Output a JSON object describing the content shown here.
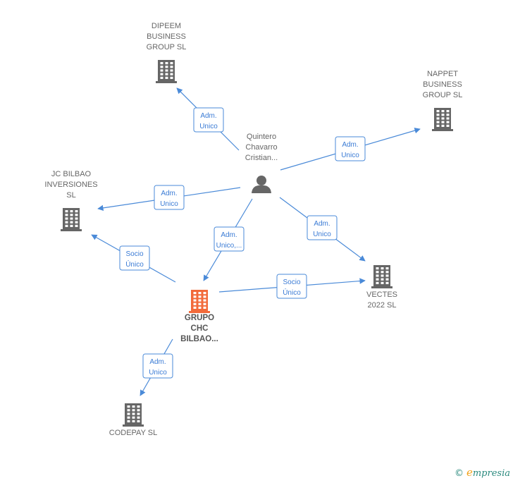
{
  "nodes": [
    {
      "id": "person",
      "type": "person",
      "lines": [
        "Quintero",
        "Chavarro",
        "Cristian..."
      ],
      "color": "#666666"
    },
    {
      "id": "dipeem",
      "type": "company",
      "lines": [
        "DIPEEM",
        "BUSINESS",
        "GROUP  SL"
      ],
      "color": "#666666"
    },
    {
      "id": "nappet",
      "type": "company",
      "lines": [
        "NAPPET",
        "BUSINESS",
        "GROUP  SL"
      ],
      "color": "#666666"
    },
    {
      "id": "jcbilbao",
      "type": "company",
      "lines": [
        "JC BILBAO",
        "INVERSIONES",
        "SL"
      ],
      "color": "#666666"
    },
    {
      "id": "grupo",
      "type": "company",
      "main": true,
      "lines": [
        "GRUPO",
        "CHC",
        "BILBAO..."
      ],
      "color": "#f26a3a"
    },
    {
      "id": "vectes",
      "type": "company",
      "lines": [
        "VECTES",
        "2022  SL"
      ],
      "color": "#666666"
    },
    {
      "id": "codepay",
      "type": "company",
      "lines": [
        "CODEPAY  SL"
      ],
      "color": "#666666"
    }
  ],
  "edges": [
    {
      "from": "person",
      "to": "dipeem",
      "lines": [
        "Adm.",
        "Unico"
      ]
    },
    {
      "from": "person",
      "to": "nappet",
      "lines": [
        "Adm.",
        "Unico"
      ]
    },
    {
      "from": "person",
      "to": "jcbilbao",
      "lines": [
        "Adm.",
        "Unico"
      ]
    },
    {
      "from": "person",
      "to": "grupo",
      "lines": [
        "Adm.",
        "Unico,..."
      ]
    },
    {
      "from": "person",
      "to": "vectes",
      "lines": [
        "Adm.",
        "Unico"
      ]
    },
    {
      "from": "grupo",
      "to": "jcbilbao",
      "lines": [
        "Socio",
        "Único"
      ]
    },
    {
      "from": "grupo",
      "to": "vectes",
      "lines": [
        "Socio",
        "Único"
      ]
    },
    {
      "from": "grupo",
      "to": "codepay",
      "lines": [
        "Adm.",
        "Unico"
      ]
    }
  ],
  "footer": {
    "copyright": "©",
    "brand_initial": "e",
    "brand_rest": "mpresia"
  }
}
